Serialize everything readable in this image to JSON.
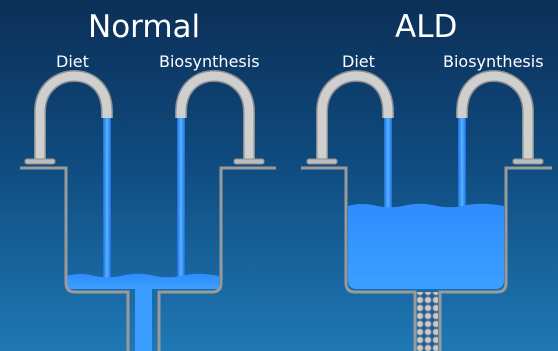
{
  "panels": {
    "normal": {
      "title": "Normal",
      "left_label": "Diet",
      "right_label": "Biosynthesis"
    },
    "ald": {
      "title": "ALD",
      "left_label": "Diet",
      "right_label": "Biosynthesis"
    }
  },
  "colors": {
    "background_top": "#0b2f57",
    "background_bottom": "#1f78b4",
    "water": "#3399ff",
    "pipe": "#c8c8c8",
    "pipe_outline": "#8d8d8d",
    "tank_outline": "#9a9a9a",
    "blockage": "#b9b9b9"
  }
}
